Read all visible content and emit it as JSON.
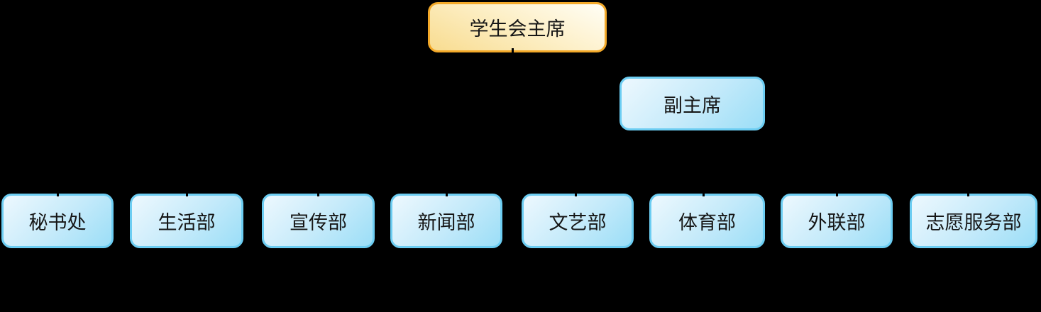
{
  "diagram": {
    "type": "org-chart",
    "background_color": "#000000",
    "connector_color": "#000000",
    "president": {
      "label": "学生会主席",
      "fill_start": "#FFFEF6",
      "fill_end": "#F8DC90",
      "border_color": "#F3A929",
      "text_color": "#161616"
    },
    "vice_president": {
      "label": "副主席",
      "fill_start": "#EDF8FE",
      "fill_end": "#9BDEF7",
      "border_color": "#6CCDF2",
      "text_color": "#161616"
    },
    "departments": [
      {
        "label": "秘书处"
      },
      {
        "label": "生活部"
      },
      {
        "label": "宣传部"
      },
      {
        "label": "新闻部"
      },
      {
        "label": "文艺部"
      },
      {
        "label": "体育部"
      },
      {
        "label": "外联部"
      },
      {
        "label": "志愿服务部"
      }
    ]
  }
}
